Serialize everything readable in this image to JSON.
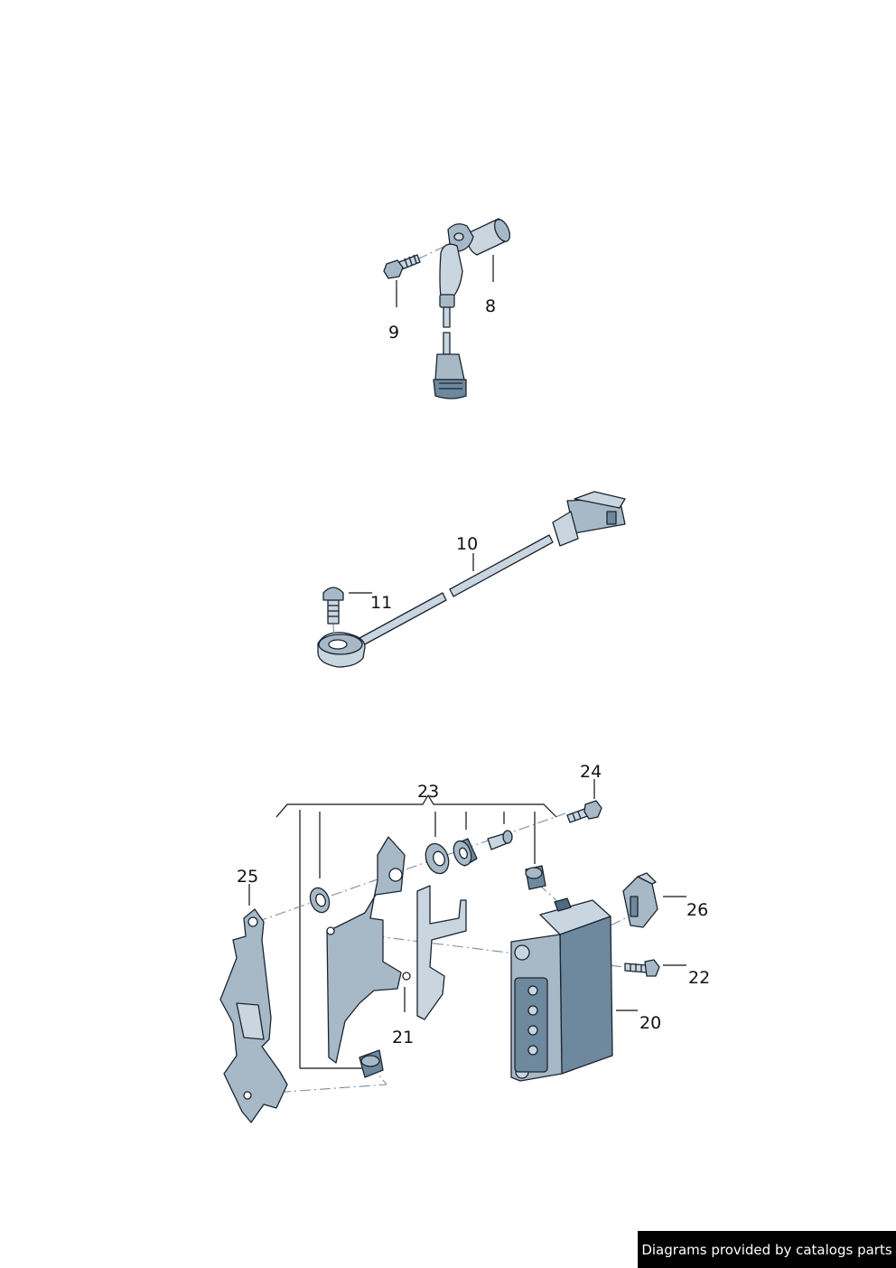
{
  "callouts": {
    "c8": "8",
    "c9": "9",
    "c10": "10",
    "c11": "11",
    "c20": "20",
    "c21": "21",
    "c22": "22",
    "c23": "23",
    "c24": "24",
    "c25": "25",
    "c26": "26"
  },
  "footer": {
    "text": "Diagrams provided by catalogs parts"
  }
}
